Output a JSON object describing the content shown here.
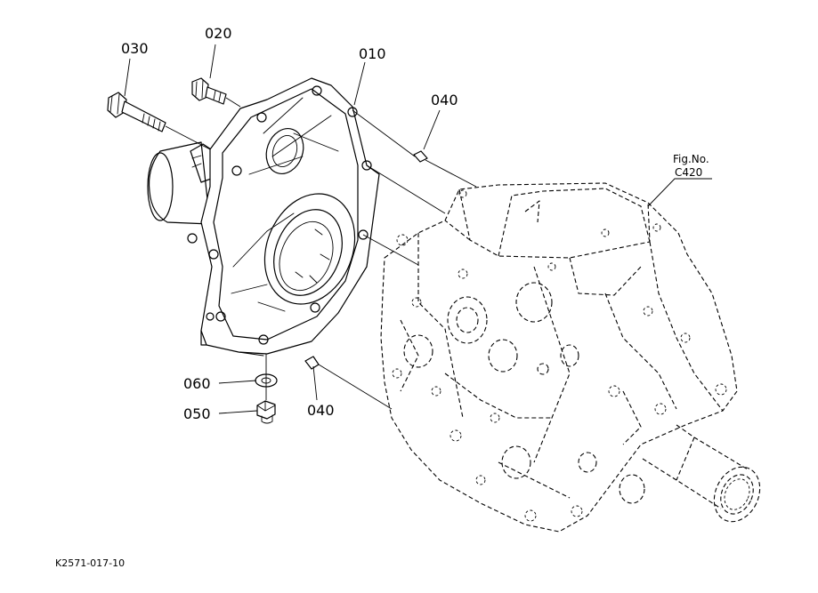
{
  "callouts": {
    "p010": "010",
    "p020": "020",
    "p030": "030",
    "p040_top": "040",
    "p040_bottom": "040",
    "p050": "050",
    "p060": "060"
  },
  "figure_ref": {
    "label": "Fig.No.",
    "number": "C420"
  },
  "drawing_code": "K2571-017-10"
}
